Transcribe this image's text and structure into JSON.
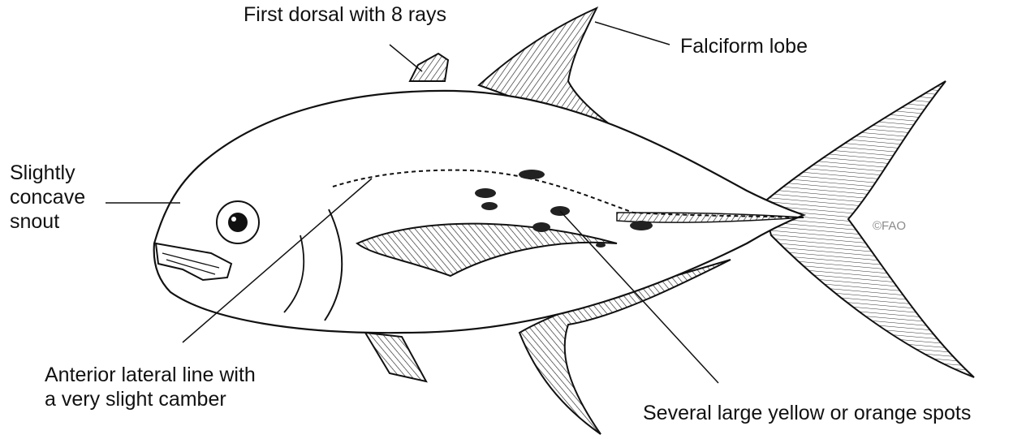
{
  "labels": {
    "first_dorsal": "First dorsal with 8 rays",
    "falciform": "Falciform lobe",
    "snout_1": "Slightly",
    "snout_2": "concave",
    "snout_3": "snout",
    "lateral_line_1": "Anterior lateral line with",
    "lateral_line_2": "a very slight camber",
    "spots": "Several large yellow or orange spots"
  },
  "credit": "©FAO",
  "colors": {
    "ink": "#111111",
    "credit": "#8a8a8a",
    "background": "#ffffff"
  }
}
